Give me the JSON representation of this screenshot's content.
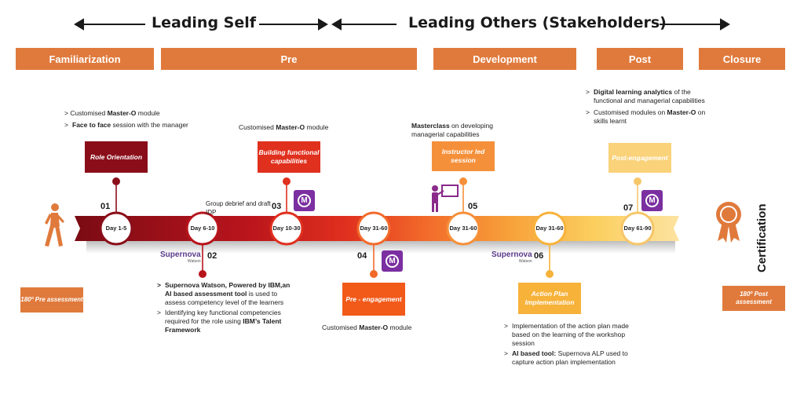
{
  "headers": {
    "leading_self": "Leading Self",
    "leading_others": "Leading Others (Stakeholders)"
  },
  "phases": [
    "Familiarization",
    "Pre",
    "Development",
    "Post",
    "Closure"
  ],
  "days": [
    "Day 1-5",
    "Day 6-10",
    "Day 10-30",
    "Day 31-60",
    "Day 31-60",
    "Day 31-60",
    "Day 61-90"
  ],
  "steps": {
    "s01": {
      "num": "01",
      "box": "Role Orientation"
    },
    "s02": {
      "num": "02"
    },
    "s03": {
      "num": "03",
      "box": "Building functional capabilities"
    },
    "s04": {
      "num": "04",
      "box": "Pre - engagement"
    },
    "s05": {
      "num": "05",
      "box": "Instructor led session"
    },
    "s06": {
      "num": "06",
      "box": "Action Plan Implementation"
    },
    "s07": {
      "num": "07",
      "box": "Post-engagement"
    }
  },
  "texts": {
    "t01a_pre": "> Customised ",
    "t01a_b": "Master-O",
    "t01a_post": " module",
    "t01b_b": "Face to face",
    "t01b_post": " session with the manager",
    "t02a": "Supernova Watson, Powered by IBM,an AI based assessment tool",
    "t02a_post": " is used to assess competency level of the learners",
    "t02b_pre": "Identifying key functional competencies required for the role using ",
    "t02b_b": "IBM’s Talent Framework",
    "group_debrief": "Group debrief and draft IDP",
    "t03_pre": "Customised ",
    "t03_b": "Master-O",
    "t03_post": " module",
    "t04_pre": "Customised ",
    "t04_b": "Master-O",
    "t04_post": " module",
    "t05_b": "Masterclass",
    "t05_post": " on developing managerial capabilities",
    "t06a": "Implementation of the action plan made based on the learning of the workshop session",
    "t06b_b": "AI based tool:",
    "t06b_post": " Supernova ALP used to capture action plan implementation",
    "t07a_b": "Digital learning analytics",
    "t07a_post": " of the functional and managerial capabilities",
    "t07b_pre": "Customised modules on ",
    "t07b_b": "Master-O",
    "t07b_post": " on skills learnt"
  },
  "supernova": {
    "brand": "Supernova",
    "sub": "Watson"
  },
  "mastero_letter": "M",
  "assess_pre": "180º Pre assessment",
  "assess_post": "180º Post assessment",
  "certification": "Certification",
  "bullet_mark": ">",
  "colors": {
    "orange": "#e07a3c",
    "dark_red": "#8a0e1a",
    "red": "#e0301e",
    "amber": "#f5a040",
    "purple": "#7b2fa0"
  }
}
